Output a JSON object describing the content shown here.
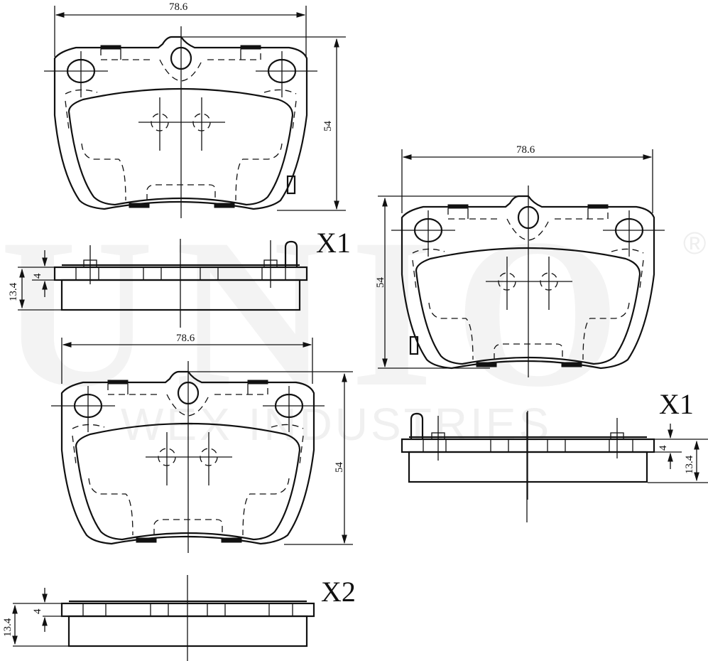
{
  "watermark": {
    "brand": "UNIO",
    "registered_mark": "®",
    "subtitle": "WEX INDUSTRIES"
  },
  "views": [
    {
      "id": "pad-top-left-face",
      "width_label": "78.6",
      "height_label": "54",
      "has_wear_sensor": true
    },
    {
      "id": "pad-top-left-side",
      "quantity_label": "X1",
      "total_thickness_label": "13.4",
      "backplate_thickness_label": "4"
    },
    {
      "id": "pad-right-face",
      "width_label": "78.6",
      "height_label": "54",
      "has_wear_sensor": true
    },
    {
      "id": "pad-right-side",
      "quantity_label": "X1",
      "total_thickness_label": "13.4",
      "backplate_thickness_label": "4"
    },
    {
      "id": "pad-bottom-left-face",
      "width_label": "78.6",
      "height_label": "54",
      "has_wear_sensor": false
    },
    {
      "id": "pad-bottom-left-side",
      "quantity_label": "X2",
      "total_thickness_label": "13.4",
      "backplate_thickness_label": "4"
    }
  ],
  "colors": {
    "line": "#111111",
    "watermark": "#f2f2f2",
    "background": "#ffffff"
  }
}
